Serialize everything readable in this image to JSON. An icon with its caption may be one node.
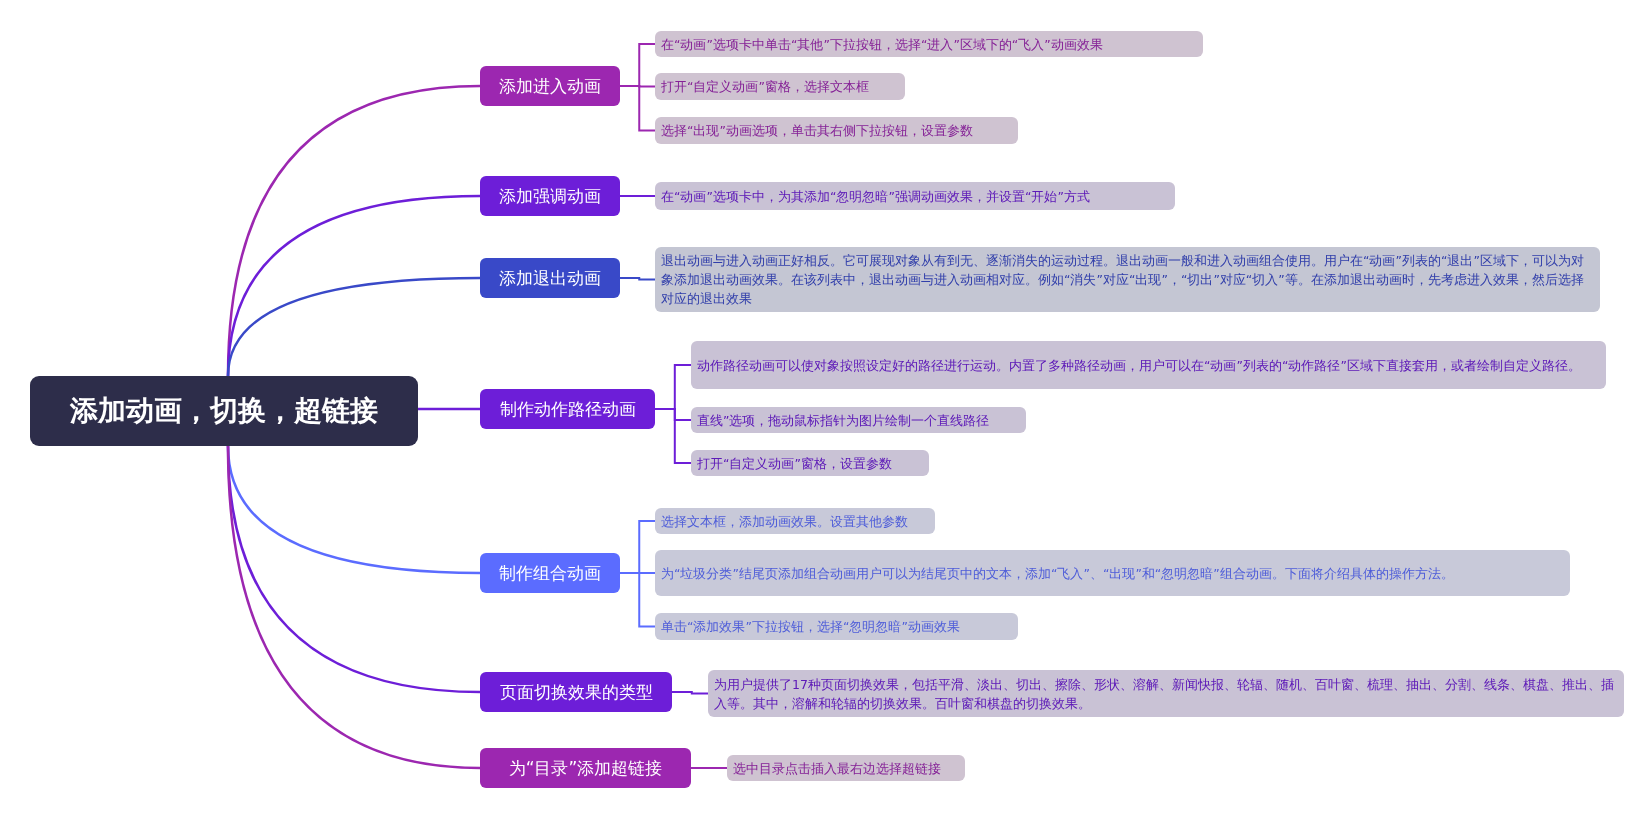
{
  "diagram": {
    "nodes": [
      {
        "text": [
          "添加动画，切换，超链接"
        ]
      },
      {
        "text": [
          "添加进入动画"
        ]
      },
      {
        "text": [
          "在“动画”选项卡中单击“其他”下拉按钮，选择“进入”区域下的“飞入”动画效果"
        ]
      },
      {
        "text": [
          "打开“自定义动画”窗格，选择文本框"
        ]
      },
      {
        "text": [
          "选择“出现”动画选项，单击其右侧下拉按钮，设置参数"
        ]
      },
      {
        "text": [
          "添加强调动画"
        ]
      },
      {
        "text": [
          "在“动画”选项卡中，为其添加“忽明忽暗”强调动画效果，并设置“开始”方式"
        ]
      },
      {
        "text": [
          "添加退出动画"
        ]
      },
      {
        "text": [
          "退出动画与进入动画正好相反。它可展现对象从有到无、逐渐消失的运动过程。退出动画一般和进入动画组合使用。用户在“动画”列表的“退出”区域下，可以为对象添加退出动画效果。在该列表中，退出动画与进入动画相对应。例如“消失”对应“出现”，“切出”对应“切入”等。在添加退出动画时，先考虑进入效果，然后选择对应的退出效果"
        ]
      },
      {
        "text": [
          "制作动作路径动画"
        ]
      },
      {
        "text": [
          "动作路径动画可以使对象按照设定好的路径进行运动。内置了多种路径动画，用户可以在“动画”列表的“动作路径”区域下直接套用，或者绘制自定义路径。"
        ]
      },
      {
        "text": [
          "直线”选项，拖动鼠标指针为图片绘制一个直线路径"
        ]
      },
      {
        "text": [
          "打开“自定义动画”窗格，设置参数"
        ]
      },
      {
        "text": [
          "制作组合动画"
        ]
      },
      {
        "text": [
          "选择文本框，添加动画效果。设置其他参数"
        ]
      },
      {
        "text": [
          "为“垃圾分类”结尾页添加组合动画用户可以为结尾页中的文本，添加“飞入”、“出现”和“忽明忽暗”组合动画。下面将介绍具体的操作方法。"
        ]
      },
      {
        "text": [
          "单击“添加效果”下拉按钮，选择“忽明忽暗”动画效果"
        ]
      },
      {
        "text": [
          "页面切换效果的类型"
        ]
      },
      {
        "text": [
          "为用户提供了17种页面切换效果，包括平滑、淡出、切出、擦除、形状、溶解、新闻快报、轮辐、随机、百叶窗、梳理、抽出、分割、线条、棋盘、推出、插入等。其中，溶解和轮辐的切换效果。百叶窗和棋盘的切换效果。"
        ]
      },
      {
        "text": [
          "为“目录”添加超链接"
        ]
      },
      {
        "text": [
          "选中目录点击插入最右边选择超链接"
        ]
      }
    ],
    "edges": [
      {
        "from": 0,
        "to": 1,
        "arrow": "none",
        "color": "#9c27b0"
      },
      {
        "from": 0,
        "to": 5,
        "arrow": "none",
        "color": "#6d1ed8"
      },
      {
        "from": 0,
        "to": 7,
        "arrow": "none",
        "color": "#3949c8"
      },
      {
        "from": 0,
        "to": 9,
        "arrow": "none",
        "color": "#6d1ed8"
      },
      {
        "from": 0,
        "to": 13,
        "arrow": "none",
        "color": "#5b6cff"
      },
      {
        "from": 0,
        "to": 17,
        "arrow": "none",
        "color": "#6d1ed8"
      },
      {
        "from": 0,
        "to": 19,
        "arrow": "none",
        "color": "#9c27b0"
      },
      {
        "from": 1,
        "to": 2,
        "arrow": "none",
        "color": "#9c27b0"
      },
      {
        "from": 1,
        "to": 3,
        "arrow": "none",
        "color": "#9c27b0"
      },
      {
        "from": 1,
        "to": 4,
        "arrow": "none",
        "color": "#9c27b0"
      },
      {
        "from": 5,
        "to": 6,
        "arrow": "none",
        "color": "#6d1ed8"
      },
      {
        "from": 7,
        "to": 8,
        "arrow": "none",
        "color": "#3949c8"
      },
      {
        "from": 9,
        "to": 10,
        "arrow": "none",
        "color": "#6d1ed8"
      },
      {
        "from": 9,
        "to": 11,
        "arrow": "none",
        "color": "#6d1ed8"
      },
      {
        "from": 9,
        "to": 12,
        "arrow": "none",
        "color": "#6d1ed8"
      },
      {
        "from": 13,
        "to": 14,
        "arrow": "none",
        "color": "#5b6cff"
      },
      {
        "from": 13,
        "to": 15,
        "arrow": "none",
        "color": "#5b6cff"
      },
      {
        "from": 13,
        "to": 16,
        "arrow": "none",
        "color": "#5b6cff"
      },
      {
        "from": 17,
        "to": 18,
        "arrow": "none",
        "color": "#6d1ed8"
      },
      {
        "from": 19,
        "to": 20,
        "arrow": "none",
        "color": "#9c27b0"
      }
    ]
  }
}
